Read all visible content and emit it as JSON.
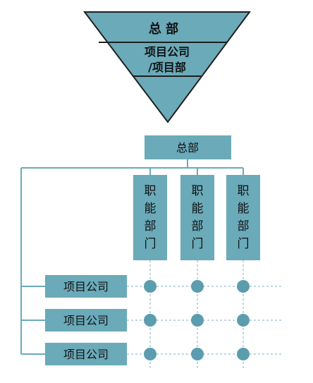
{
  "pyramid": {
    "top_label": "总 部",
    "middle_label_line1": "项目公司",
    "middle_label_line2": "/项目部"
  },
  "org": {
    "hq_label": "总部",
    "departments": [
      {
        "label": "职能部门"
      },
      {
        "label": "职能部门"
      },
      {
        "label": "职能部门"
      }
    ],
    "projects": [
      {
        "label": "项目公司"
      },
      {
        "label": "项目公司"
      },
      {
        "label": "项目公司"
      }
    ]
  },
  "colors": {
    "fill": "#6AAAB9",
    "stroke": "#1F1F1F",
    "line": "#6AAAB9",
    "node": "#5B9DAE",
    "dashed": "#7FB2C0"
  }
}
